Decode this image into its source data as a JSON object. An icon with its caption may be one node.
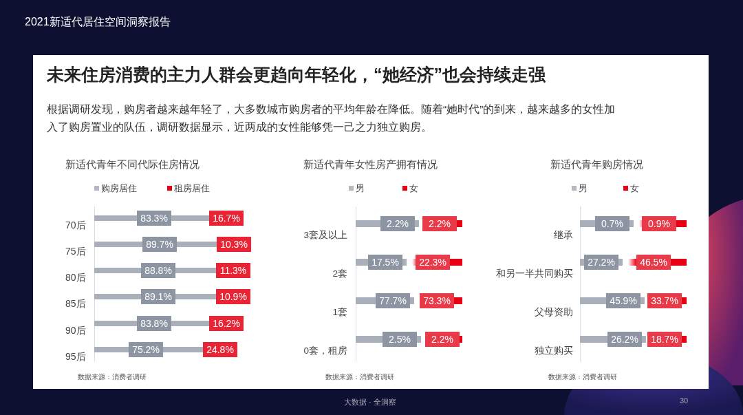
{
  "diagram": {
    "title": "未来住房消费的主力人群会更趋向年轻化，“她经济”也会持续走强",
    "labels": [
      "2021新适代居住空间洞察报告",
      "根据调研发现，购房者越来越年轻了，大多数城市购房者的平均年龄在降低。随着“她时代”的到来，越来越多的女性加入了购房置业的队伍，调研数据显示，近两成的女性能够凭一己之力独立购房。",
      "新适代青年不同代际住房情况",
      "70后",
      "75后",
      "80后",
      "85后",
      "90后",
      "95后",
      "83.3%",
      "16.7%",
      "89.7%",
      "10.3%",
      "88.8%",
      "11.3%",
      "89.1%",
      "10.9%",
      "83.8%",
      "16.2%",
      "75.2%",
      "24.8%",
      "数据来源：消费者调研",
      "新适代青年女性房产拥有情况",
      "3套及以上",
      "2套",
      "1套",
      "0套，租房",
      "2.2%",
      "2.2%",
      "17.5%",
      "22.3%",
      "77.7%",
      "73.3%",
      "2.5%",
      "2.2%",
      "数据来源：消费者调研",
      "新适代青年购房情况",
      "继承",
      "和另一半共同购买",
      "父母资助",
      "独立购买",
      "0.7%",
      "0.9%",
      "27.2%",
      "46.5%",
      "45.9%",
      "33.7%",
      "26.2%",
      "18.7%",
      "数据来源：消费者调研",
      "大数据 · 全洞察",
      "30"
    ],
    "legend": [
      {
        "text": "购房居住",
        "color": "#b4bac4"
      },
      {
        "text": "租房居住",
        "color": "#e60012"
      },
      {
        "text": "男",
        "color": "#b4bac4"
      },
      {
        "text": "女",
        "color": "#e60012"
      },
      {
        "text": "男",
        "color": "#b4bac4"
      },
      {
        "text": "女",
        "color": "#e60012"
      }
    ]
  }
}
